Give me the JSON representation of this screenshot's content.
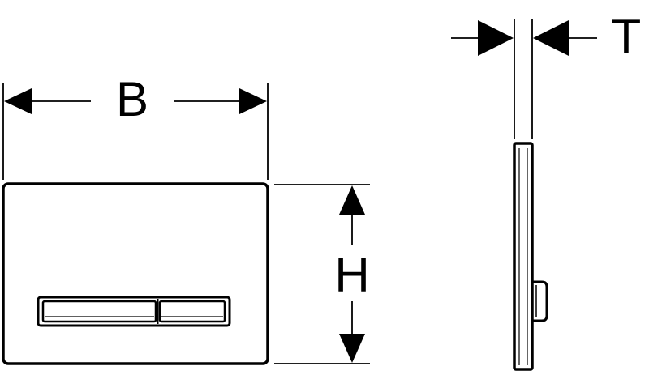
{
  "dimensions": {
    "width_label": "B",
    "height_label": "H",
    "thickness_label": "T"
  },
  "colors": {
    "line": "#000000",
    "background": "#ffffff"
  }
}
